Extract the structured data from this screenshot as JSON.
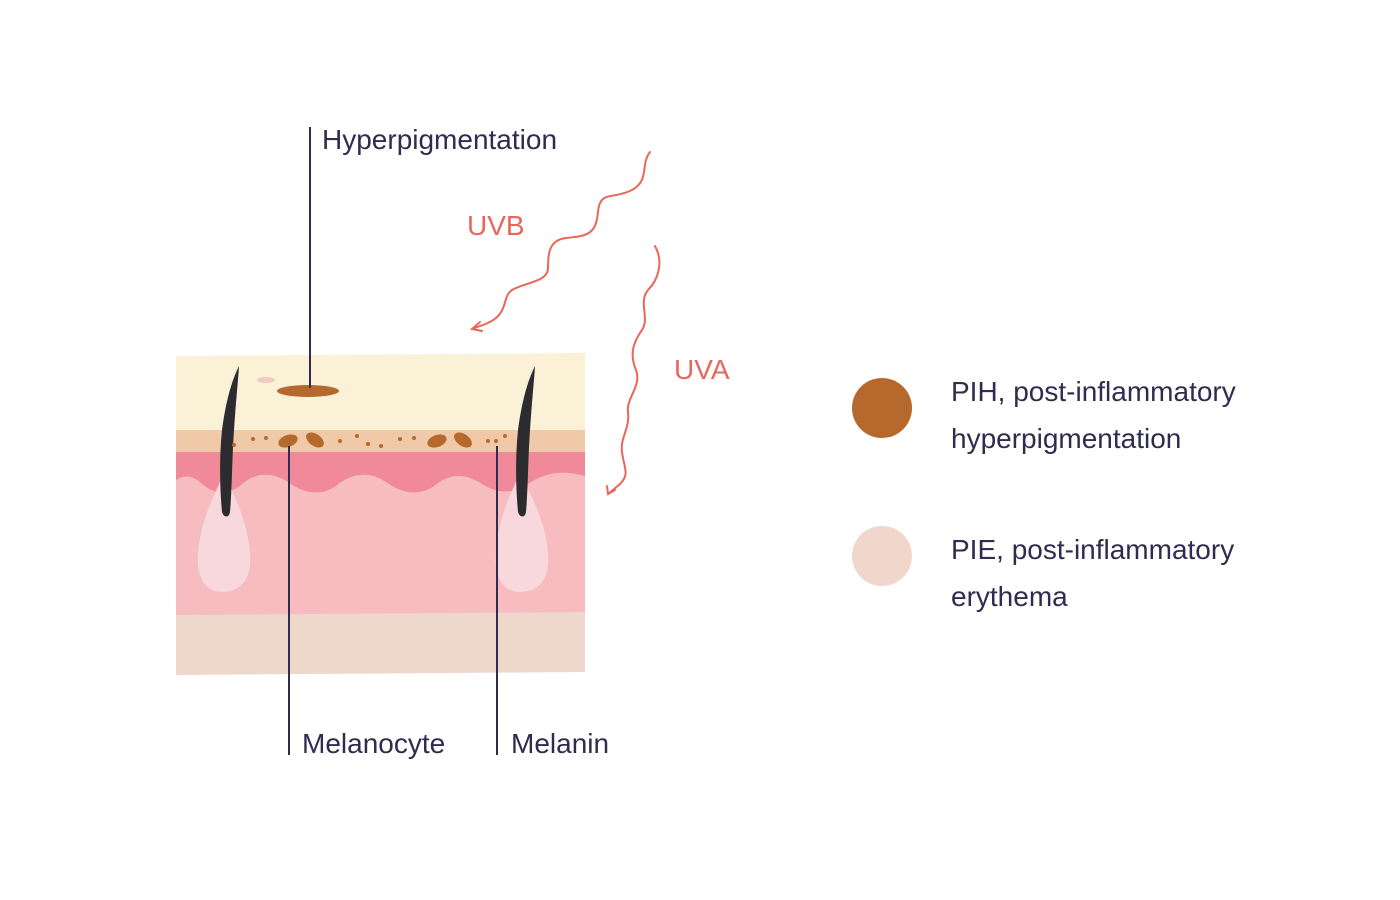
{
  "labels": {
    "hyperpigmentation": "Hyperpigmentation",
    "uvb": "UVB",
    "uva": "UVA",
    "melanocyte": "Melanocyte",
    "melanin": "Melanin"
  },
  "legend": {
    "pih": {
      "line1": "PIH, post-inflammatory",
      "line2": "hyperpigmentation",
      "color": "#b5692c"
    },
    "pie": {
      "line1": "PIE, post-inflammatory",
      "line2": "erythema",
      "color": "#f0d6cb"
    }
  },
  "colors": {
    "text": "#2f2c4f",
    "uv": "#e8675c",
    "epidermis": "#fbf1d6",
    "basal_layer": "#f0c9a9",
    "dermis_top": "#f08a9a",
    "dermis": "#f6bcc0",
    "hypodermis": "#eed7cb",
    "follicle": "#f8d8dc",
    "hair": "#2c2b30",
    "melanin": "#b5692c"
  }
}
